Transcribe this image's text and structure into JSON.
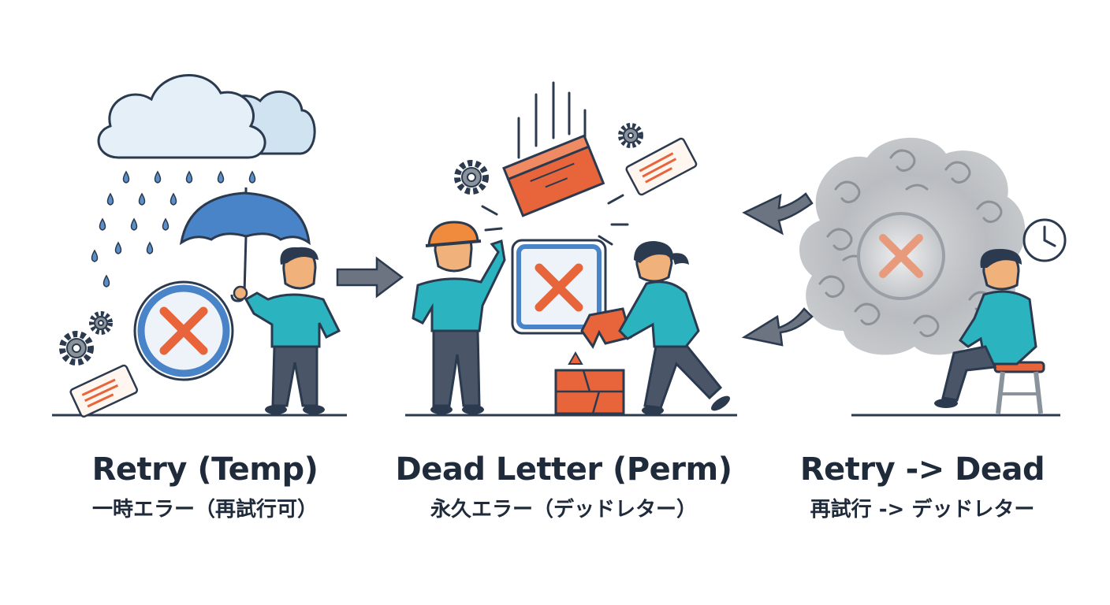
{
  "panels": [
    {
      "title": "Retry (Temp)",
      "subtitle": "一時エラー（再試行可）"
    },
    {
      "title": "Dead Letter (Perm)",
      "subtitle": "永久エラー（デッドレター）"
    },
    {
      "title": "Retry -> Dead",
      "subtitle": "再試行 -> デッドレター"
    }
  ],
  "icons": [
    "cloud-icon",
    "rain-icon",
    "umbrella-icon",
    "error-x-icon",
    "gear-icon",
    "ticket-icon",
    "arrow-right-icon",
    "brick-icon",
    "hardhat-icon",
    "fog-icon",
    "clock-icon",
    "stool-icon",
    "arrow-left-icon"
  ],
  "colors": {
    "outline": "#2b3a4e",
    "teal": "#2bb3c0",
    "orange": "#e8643a",
    "blue": "#4a84c8",
    "cloud": "#dcebf5",
    "fog": "#a9adb2",
    "gray": "#6b7480",
    "pants": "#4a5568"
  }
}
